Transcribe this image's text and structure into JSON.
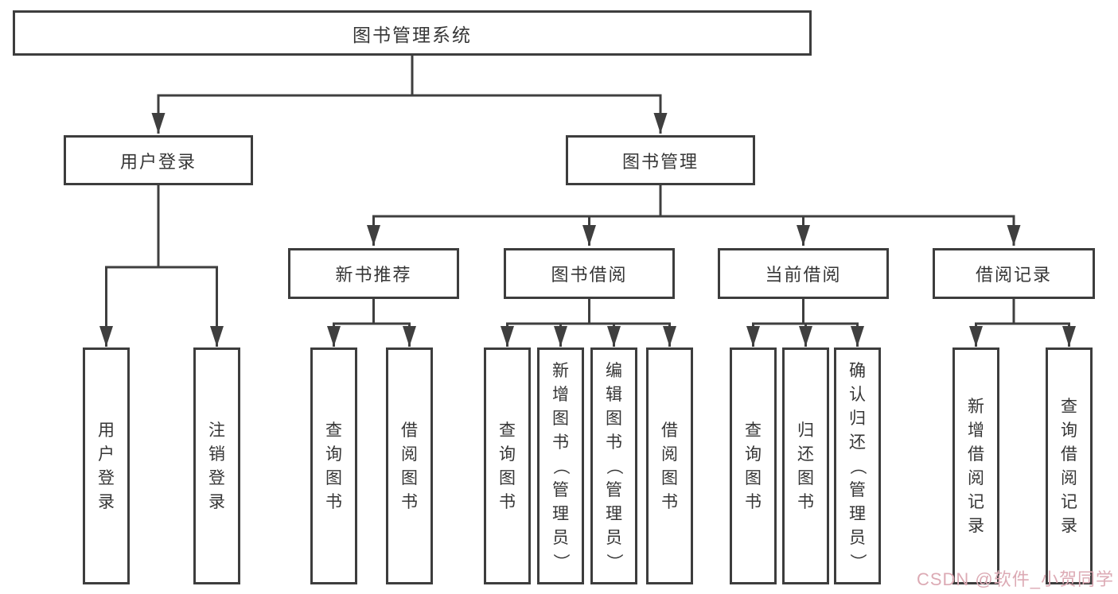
{
  "nodes": {
    "root": "图书管理系统",
    "login": "用户登录",
    "mgmt": "图书管理",
    "recommend": "新书推荐",
    "borrow": "图书借阅",
    "current": "当前借阅",
    "records": "借阅记录",
    "leaf_login": "用户登录",
    "leaf_logout": "注销登录",
    "leaf_rec_query": "查询图书",
    "leaf_rec_borrow": "借阅图书",
    "leaf_bor_query": "查询图书",
    "leaf_bor_add": "新增图书（管理员）",
    "leaf_bor_edit": "编辑图书（管理员）",
    "leaf_bor_borrow": "借阅图书",
    "leaf_cur_query": "查询图书",
    "leaf_cur_return": "归还图书",
    "leaf_cur_confirm": "确认归还（管理员）",
    "leaf_rcd_add": "新增借阅记录",
    "leaf_rcd_query": "查询借阅记录"
  },
  "watermark": {
    "text": "CSDN @软件_小贺同学",
    "color": "#dcaab4"
  },
  "colors": {
    "line": "#3f3f3f",
    "border": "#3d3d3d",
    "text": "#363636",
    "background": "#ffffff"
  }
}
